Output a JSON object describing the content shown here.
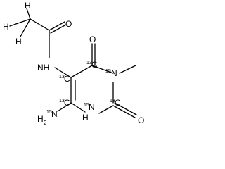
{
  "labels": {
    "h": "H",
    "o": "O",
    "n": "N",
    "nh": "NH",
    "h2n_h": "H",
    "h2n_n": "N",
    "sub2": "2",
    "iso13": "13",
    "iso15": "15",
    "c": "C"
  }
}
